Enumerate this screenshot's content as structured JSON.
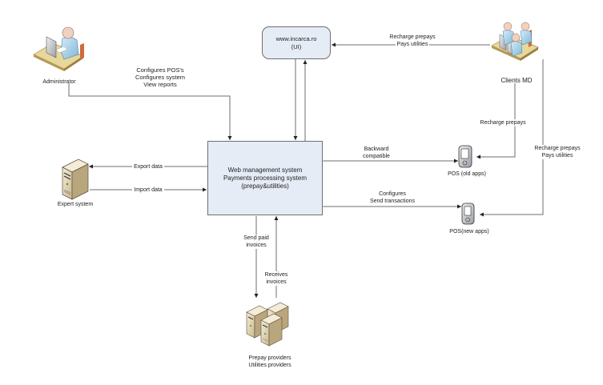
{
  "diagram": {
    "nodes": {
      "administrator": {
        "label": "Administrator",
        "icon": "operator-workstation-icon"
      },
      "ui": {
        "lines": [
          "www.incarca.ro",
          "(UI)"
        ]
      },
      "clients": {
        "label": "Clients MD",
        "icon": "call-center-group-icon"
      },
      "main": {
        "lines": [
          "Web management system",
          "Payments processing system",
          "(prepay&utilities)"
        ]
      },
      "expert": {
        "label": "Expert system",
        "icon": "server-icon"
      },
      "pos_old": {
        "label": "POS (old apps)",
        "icon": "pda-device-icon"
      },
      "pos_new": {
        "label": "POS(new apps)",
        "icon": "pda-device-icon"
      },
      "providers": {
        "lines": [
          "Prepay providers",
          "Utilities providers"
        ],
        "icon": "server-cluster-icon"
      }
    },
    "edges": {
      "admin_to_main": [
        "Configures POS's",
        "Configures system",
        "View reports"
      ],
      "clients_to_ui": [
        "Recharge prepays",
        "Pays utilities"
      ],
      "clients_to_pos_old": [
        "Recharge prepays"
      ],
      "clients_to_pos_new": [
        "Recharge prepays",
        "Pays utilities"
      ],
      "main_pos_old": [
        "Backward",
        "compatible"
      ],
      "main_pos_new": [
        "Configures",
        "Send transactions"
      ],
      "main_to_expert": [
        "Export data"
      ],
      "expert_to_main": [
        "Import data"
      ],
      "main_to_providers": [
        "Send paid",
        "invoices"
      ],
      "providers_to_main": [
        "Receives",
        "invoices"
      ]
    },
    "colors": {
      "box_fill": "#e6ecf6",
      "line": "#6e6e6e"
    }
  }
}
